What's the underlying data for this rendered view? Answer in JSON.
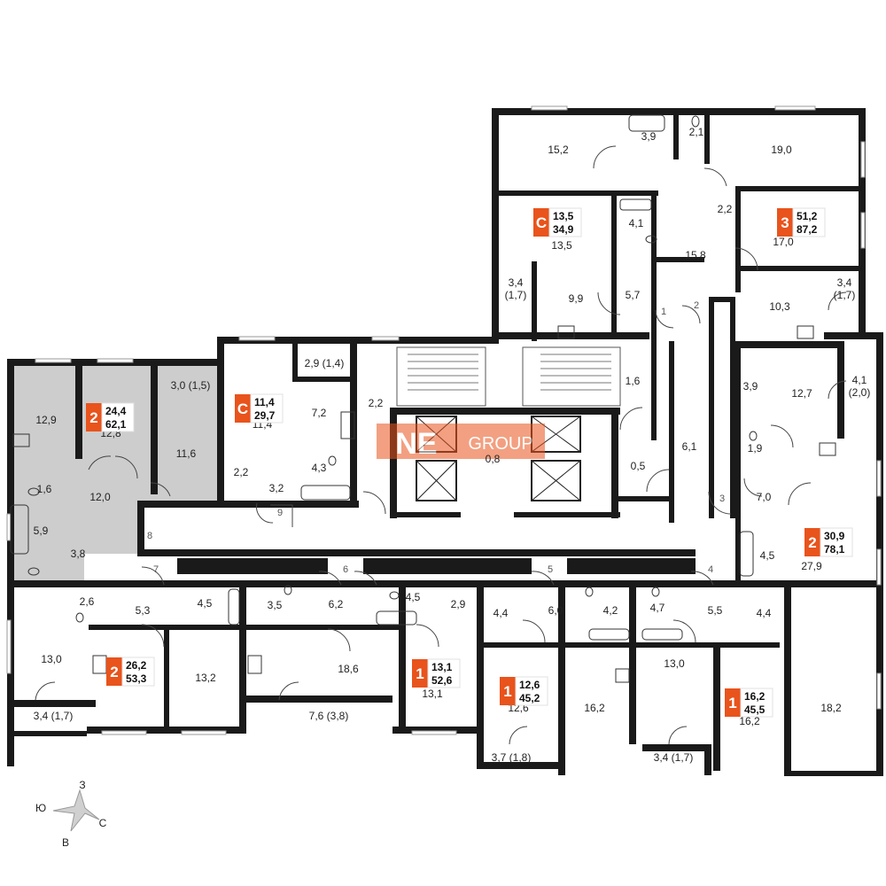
{
  "theme": {
    "badge_color": "#e9531c",
    "sold_fill": "#cdcdcd",
    "wall_color": "#1a1a1a",
    "watermark_color": "#e9531c"
  },
  "watermark": {
    "text_left": "NE",
    "text_right": "GROUP"
  },
  "compass": {
    "north": "З",
    "west": "Ю",
    "east": "С",
    "south": "В"
  },
  "apartments": [
    {
      "id": "a1",
      "rooms": "2",
      "living": "24,4",
      "total": "62,1",
      "sold": true
    },
    {
      "id": "a2",
      "rooms": "С",
      "living": "11,4",
      "total": "29,7",
      "sold": false
    },
    {
      "id": "a3",
      "rooms": "С",
      "living": "13,5",
      "total": "34,9",
      "sold": false
    },
    {
      "id": "a4",
      "rooms": "3",
      "living": "51,2",
      "total": "87,2",
      "sold": false
    },
    {
      "id": "a5",
      "rooms": "2",
      "living": "30,9",
      "total": "78,1",
      "sold": false
    },
    {
      "id": "a6",
      "rooms": "2",
      "living": "26,2",
      "total": "53,3",
      "sold": false
    },
    {
      "id": "a7",
      "rooms": "1",
      "living": "13,1",
      "total": "52,6",
      "sold": false
    },
    {
      "id": "a8",
      "rooms": "1",
      "living": "12,6",
      "total": "45,2",
      "sold": false
    },
    {
      "id": "a9",
      "rooms": "1",
      "living": "16,2",
      "total": "45,5",
      "sold": false
    }
  ],
  "rooms": [
    "12,9",
    "12,8",
    "3,0 (1,5)",
    "11,6",
    "12,0",
    "1,6",
    "5,9",
    "3,8",
    "2,9 (1,4)",
    "7,2",
    "11,4",
    "4,3",
    "2,2",
    "3,2",
    "2,2",
    "15,2",
    "3,9",
    "2,1",
    "19,0",
    "13,5",
    "4,1",
    "2,2",
    "15,8",
    "17,0",
    "3,4\n(1,7)",
    "9,9",
    "5,7",
    "10,3",
    "3,4\n(1,7)",
    "1,6",
    "0,8",
    "0,5",
    "6,1",
    "3,9",
    "12,7",
    "4,1\n(2,0)",
    "1,9",
    "7,0",
    "4,5",
    "27,9",
    "2,6",
    "5,3",
    "4,5",
    "3,5",
    "6,2",
    "4,5",
    "2,9",
    "13,0",
    "13,2",
    "18,6",
    "13,1",
    "4,4",
    "6,0",
    "4,2",
    "4,7",
    "5,5",
    "4,4",
    "12,6",
    "16,2",
    "13,0",
    "16,2",
    "18,2",
    "3,4 (1,7)",
    "7,6 (3,8)",
    "3,7 (1,8)",
    "3,4 (1,7)"
  ],
  "doors": [
    "1",
    "2",
    "3",
    "4",
    "5",
    "6",
    "7",
    "8",
    "9"
  ]
}
